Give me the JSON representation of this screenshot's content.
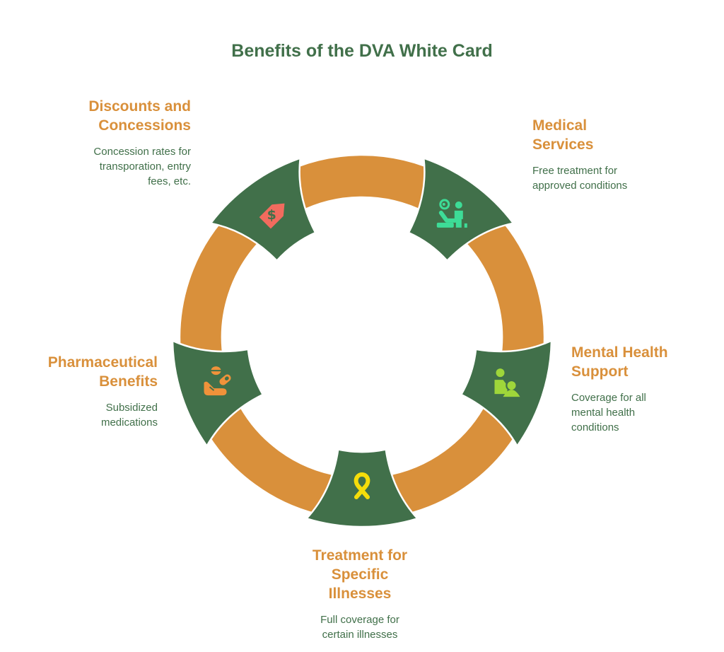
{
  "title": "Benefits of the DVA White Card",
  "colors": {
    "title": "#41704a",
    "heading": "#d9903b",
    "description": "#41704a",
    "ring_band": "#d9903b",
    "segment": "#41704a",
    "outline": "#ffffff"
  },
  "benefits": [
    {
      "heading": "Discounts and Concessions",
      "heading_lines": [
        "Discounts and",
        "Concessions"
      ],
      "description_lines": [
        "Concession rates for",
        "transporation, entry",
        "fees, etc."
      ],
      "icon": "price-tag-dollar-icon",
      "icon_color": "#f26b5e"
    },
    {
      "heading": "Medical Services",
      "heading_lines": [
        "Medical",
        "Services"
      ],
      "description_lines": [
        "Free treatment for",
        "approved conditions"
      ],
      "icon": "patient-doctor-icon",
      "icon_color": "#3ddc97"
    },
    {
      "heading": "Mental Health Support",
      "heading_lines": [
        "Mental Health",
        "Support"
      ],
      "description_lines": [
        "Coverage for all",
        "mental health",
        "conditions"
      ],
      "icon": "counseling-icon",
      "icon_color": "#9fd63a"
    },
    {
      "heading": "Treatment for Specific Illnesses",
      "heading_lines": [
        "Treatment for",
        "Specific",
        "Illnesses"
      ],
      "description_lines": [
        "Full coverage for",
        "certain illnesses"
      ],
      "icon": "awareness-ribbon-icon",
      "icon_color": "#f5dd0a"
    },
    {
      "heading": "Pharmaceutical Benefits",
      "heading_lines": [
        "Pharmaceutical",
        "Benefits"
      ],
      "description_lines": [
        "Subsidized",
        "medications"
      ],
      "icon": "hand-pills-icon",
      "icon_color": "#f0923a"
    }
  ]
}
